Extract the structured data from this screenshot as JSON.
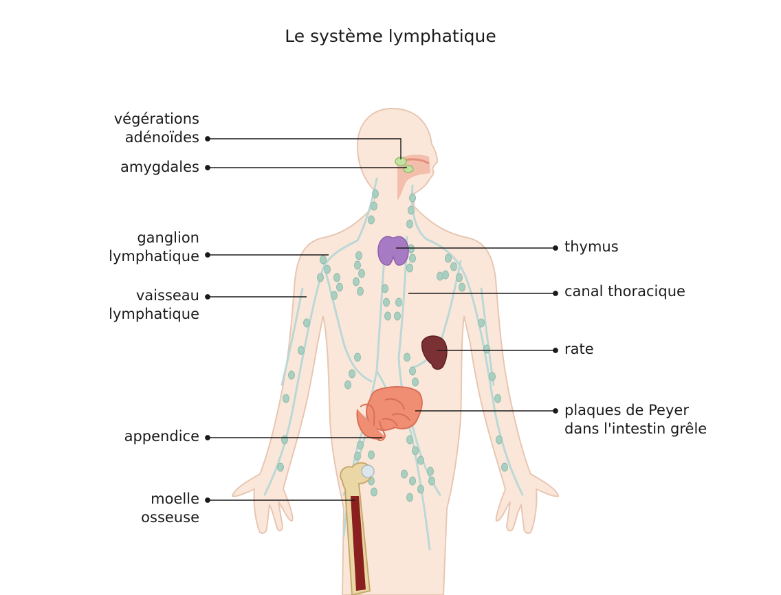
{
  "title": "Le système lymphatique",
  "labels": {
    "adenoids": [
      "végérations",
      "adénoïdes"
    ],
    "tonsils": [
      "amygdales"
    ],
    "node": [
      "ganglion",
      "lymphatique"
    ],
    "vessel": [
      "vaisseau",
      "lymphatique"
    ],
    "appendix": [
      "appendice"
    ],
    "marrow": [
      "moelle",
      "osseuse"
    ],
    "thymus": [
      "thymus"
    ],
    "duct": [
      "canal thoracique"
    ],
    "spleen": [
      "rate"
    ],
    "peyer": [
      "plaques de Peyer",
      "dans l'intestin grêle"
    ]
  },
  "colors": {
    "skin": "#fbe7da",
    "skin_outline": "#e7c6b2",
    "vessel": "#b9d8d6",
    "node": "#a9cfc0",
    "thymus": "#a77bc4",
    "spleen": "#7b3034",
    "intestine": "#f08e74",
    "bone": "#ebd7a5",
    "marrow": "#8a1f1f",
    "leader": "#1a1a1a"
  }
}
